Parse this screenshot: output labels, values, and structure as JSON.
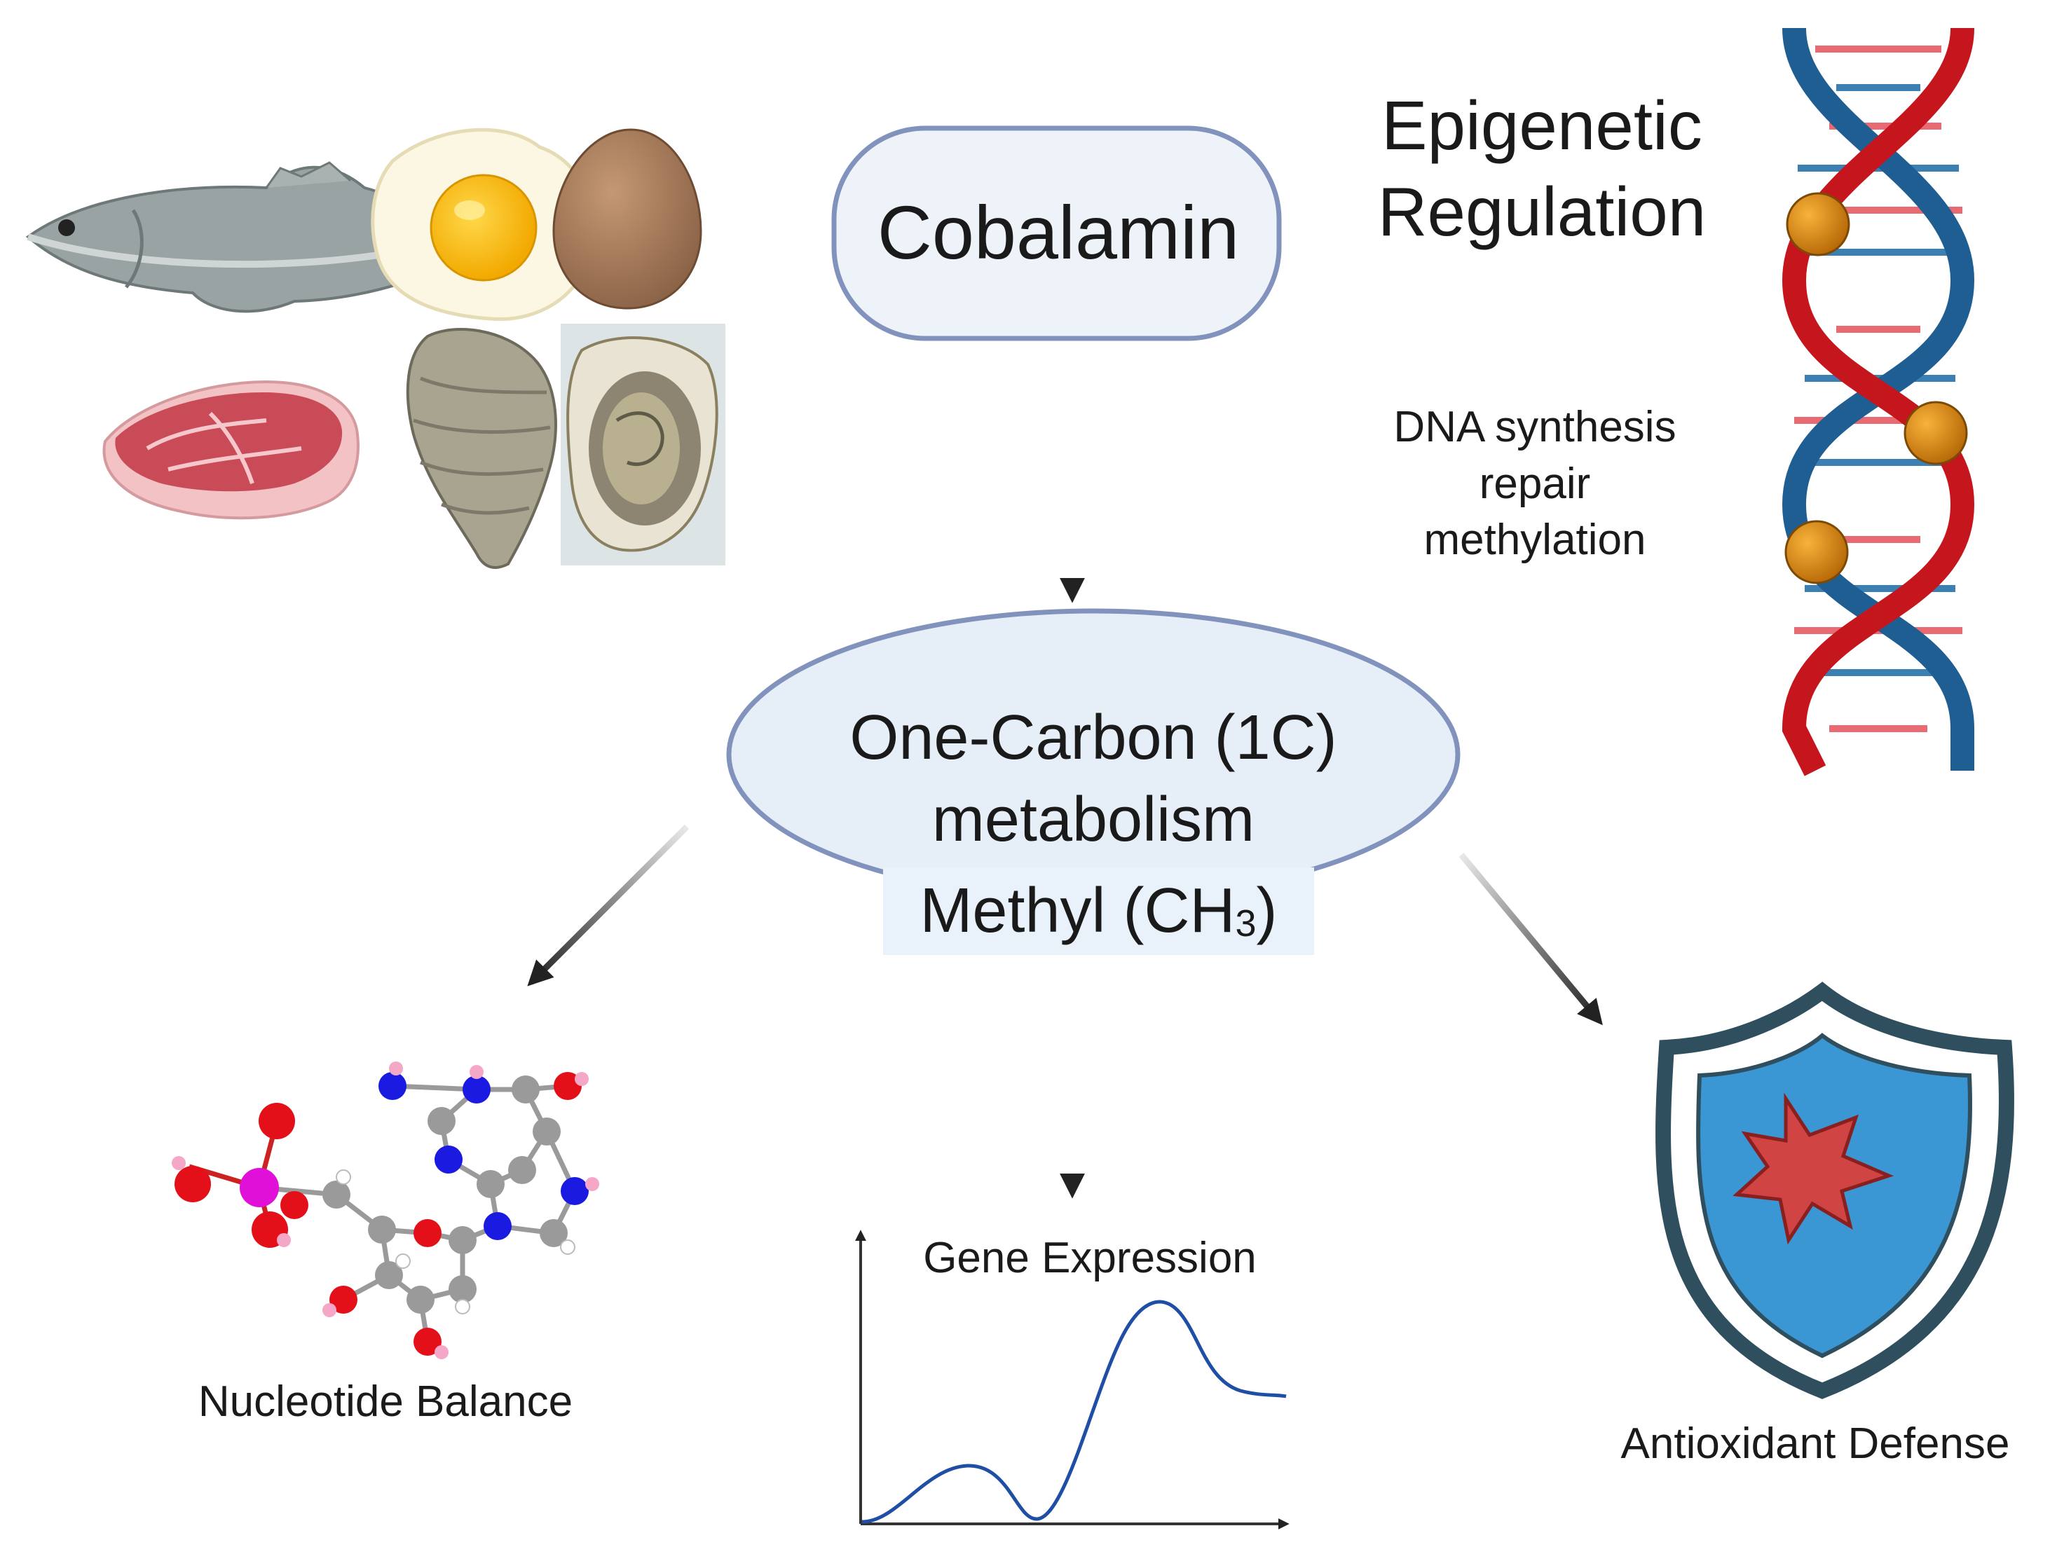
{
  "nodes": {
    "cobalamin": "Cobalamin",
    "epigenetic_title": [
      "Epigenetic",
      "Regulation"
    ],
    "dna_functions": [
      "DNA synthesis",
      "repair",
      "methylation"
    ],
    "one_carbon": [
      "One-Carbon (1C)",
      "metabolism"
    ],
    "methyl": {
      "text": "Methyl (CH",
      "subscript": "3",
      "suffix": ")"
    },
    "nucleotide_balance": "Nucleotide Balance",
    "gene_expression": "Gene Expression",
    "antioxidant_defense": "Antioxidant Defense"
  },
  "colors": {
    "node_fill": "#eef3fa",
    "node_stroke": "#8193bd",
    "arrow": "#222222",
    "dna_red": "#c4161c",
    "dna_blue": "#1f5e92",
    "dna_bead": "#e08a12",
    "shield_outer": "#2f4f5f",
    "shield_inner": "#3b97d3",
    "burst": "#d04444"
  },
  "icons": [
    "fish-icon",
    "fried-egg-icon",
    "egg-icon",
    "steak-icon",
    "oyster-shell-icon",
    "open-oyster-icon",
    "dna-helix-icon",
    "nucleotide-molecule-icon",
    "expression-curve-icon",
    "shield-icon"
  ]
}
